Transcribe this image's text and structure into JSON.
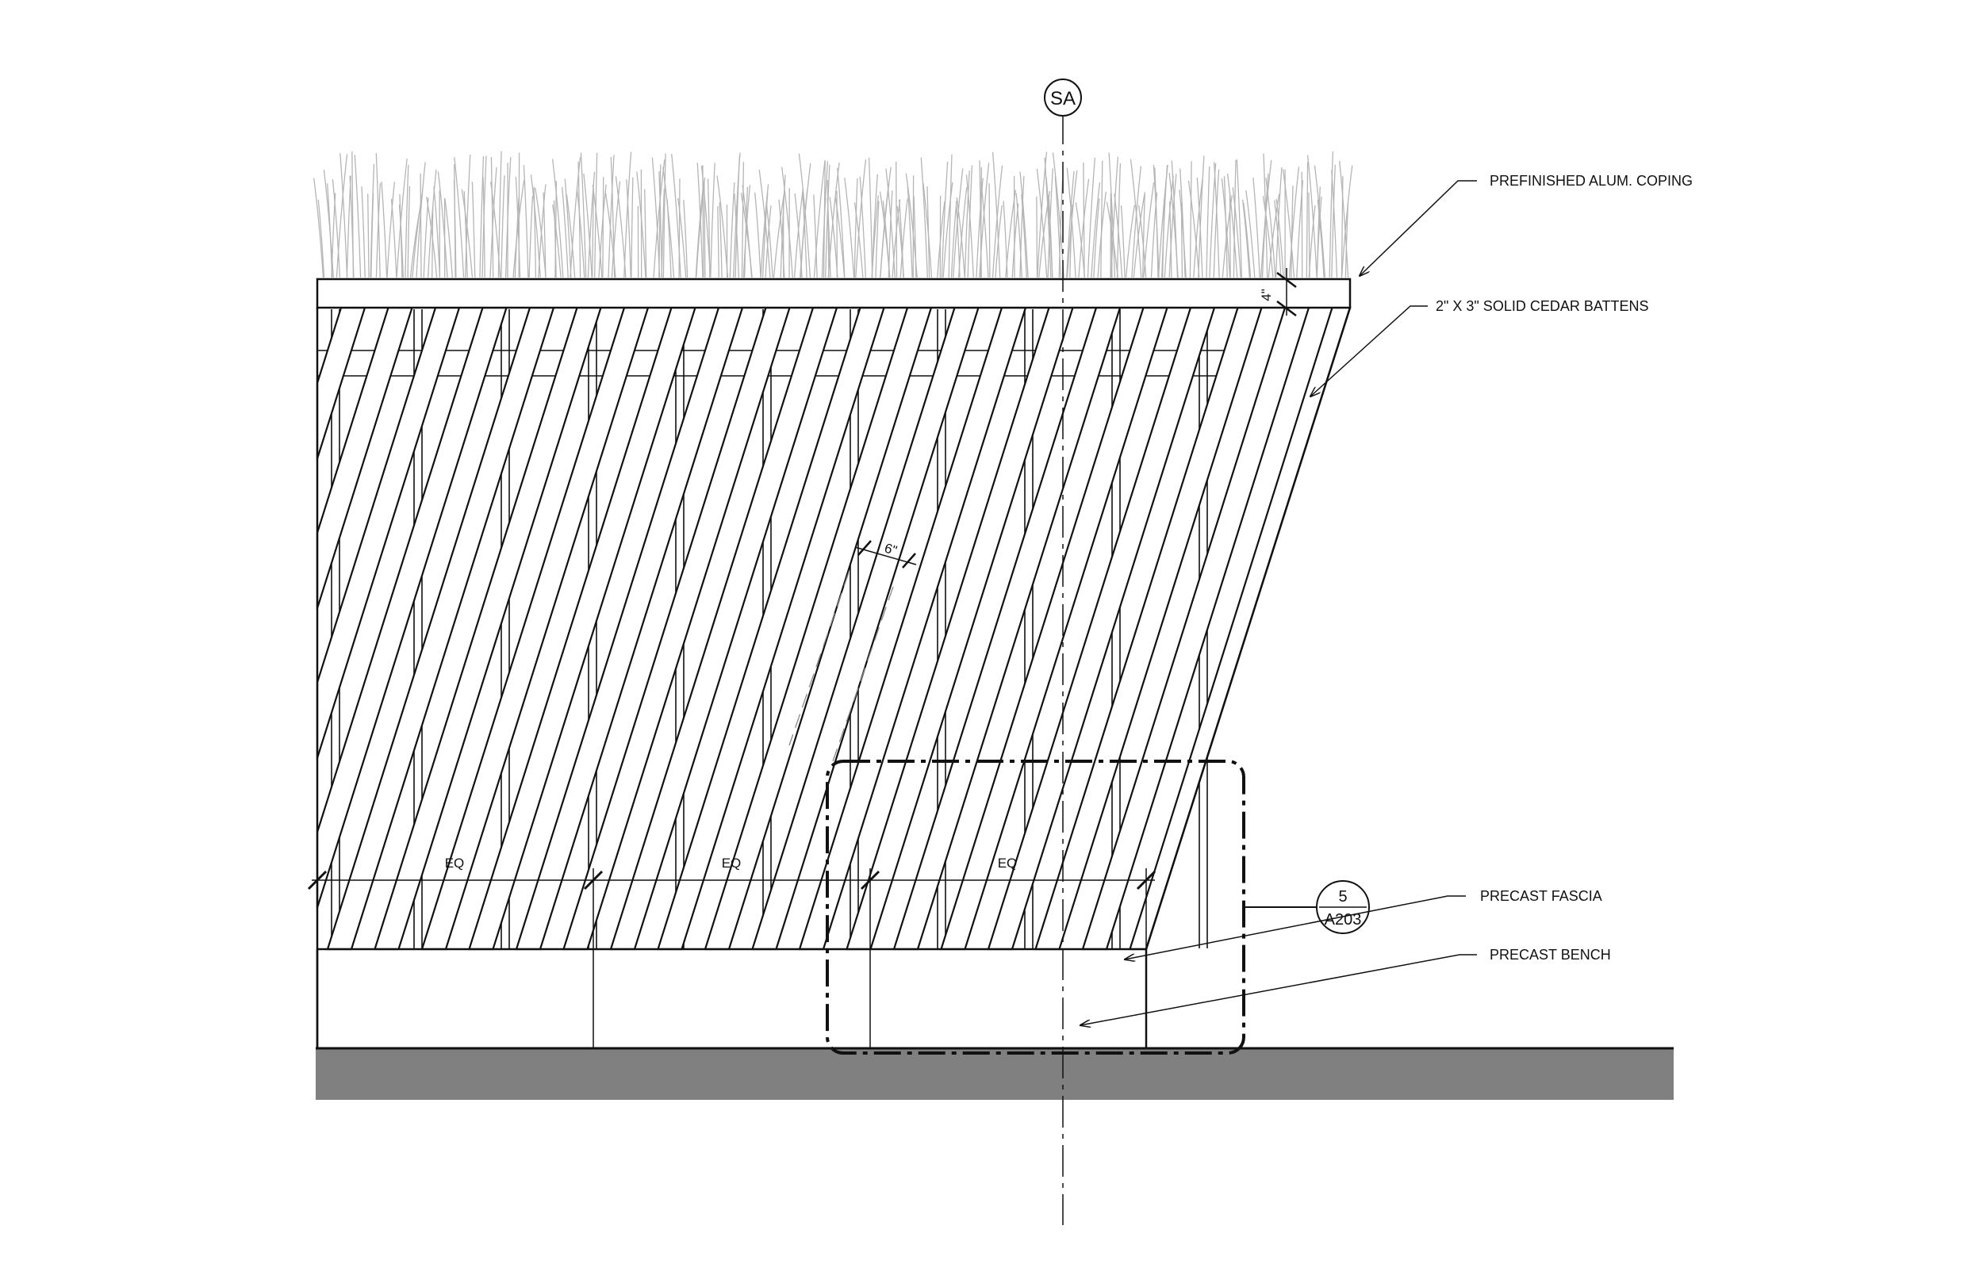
{
  "section_marker": {
    "label": "SA"
  },
  "notes": {
    "coping": "PREFINISHED ALUM. COPING",
    "battens": "2\" X 3\" SOLID CEDAR BATTENS",
    "fascia": "PRECAST FASCIA",
    "bench": "PRECAST BENCH"
  },
  "dimensions": {
    "eq_1": "EQ",
    "eq_2": "EQ",
    "eq_3": "EQ",
    "spacing": "6\"",
    "coping_depth": "4\""
  },
  "detail_callout": {
    "number": "5",
    "sheet": "A203"
  },
  "colors": {
    "line": "#111111",
    "grass": "#b5b5b5",
    "ground": "#808080"
  }
}
